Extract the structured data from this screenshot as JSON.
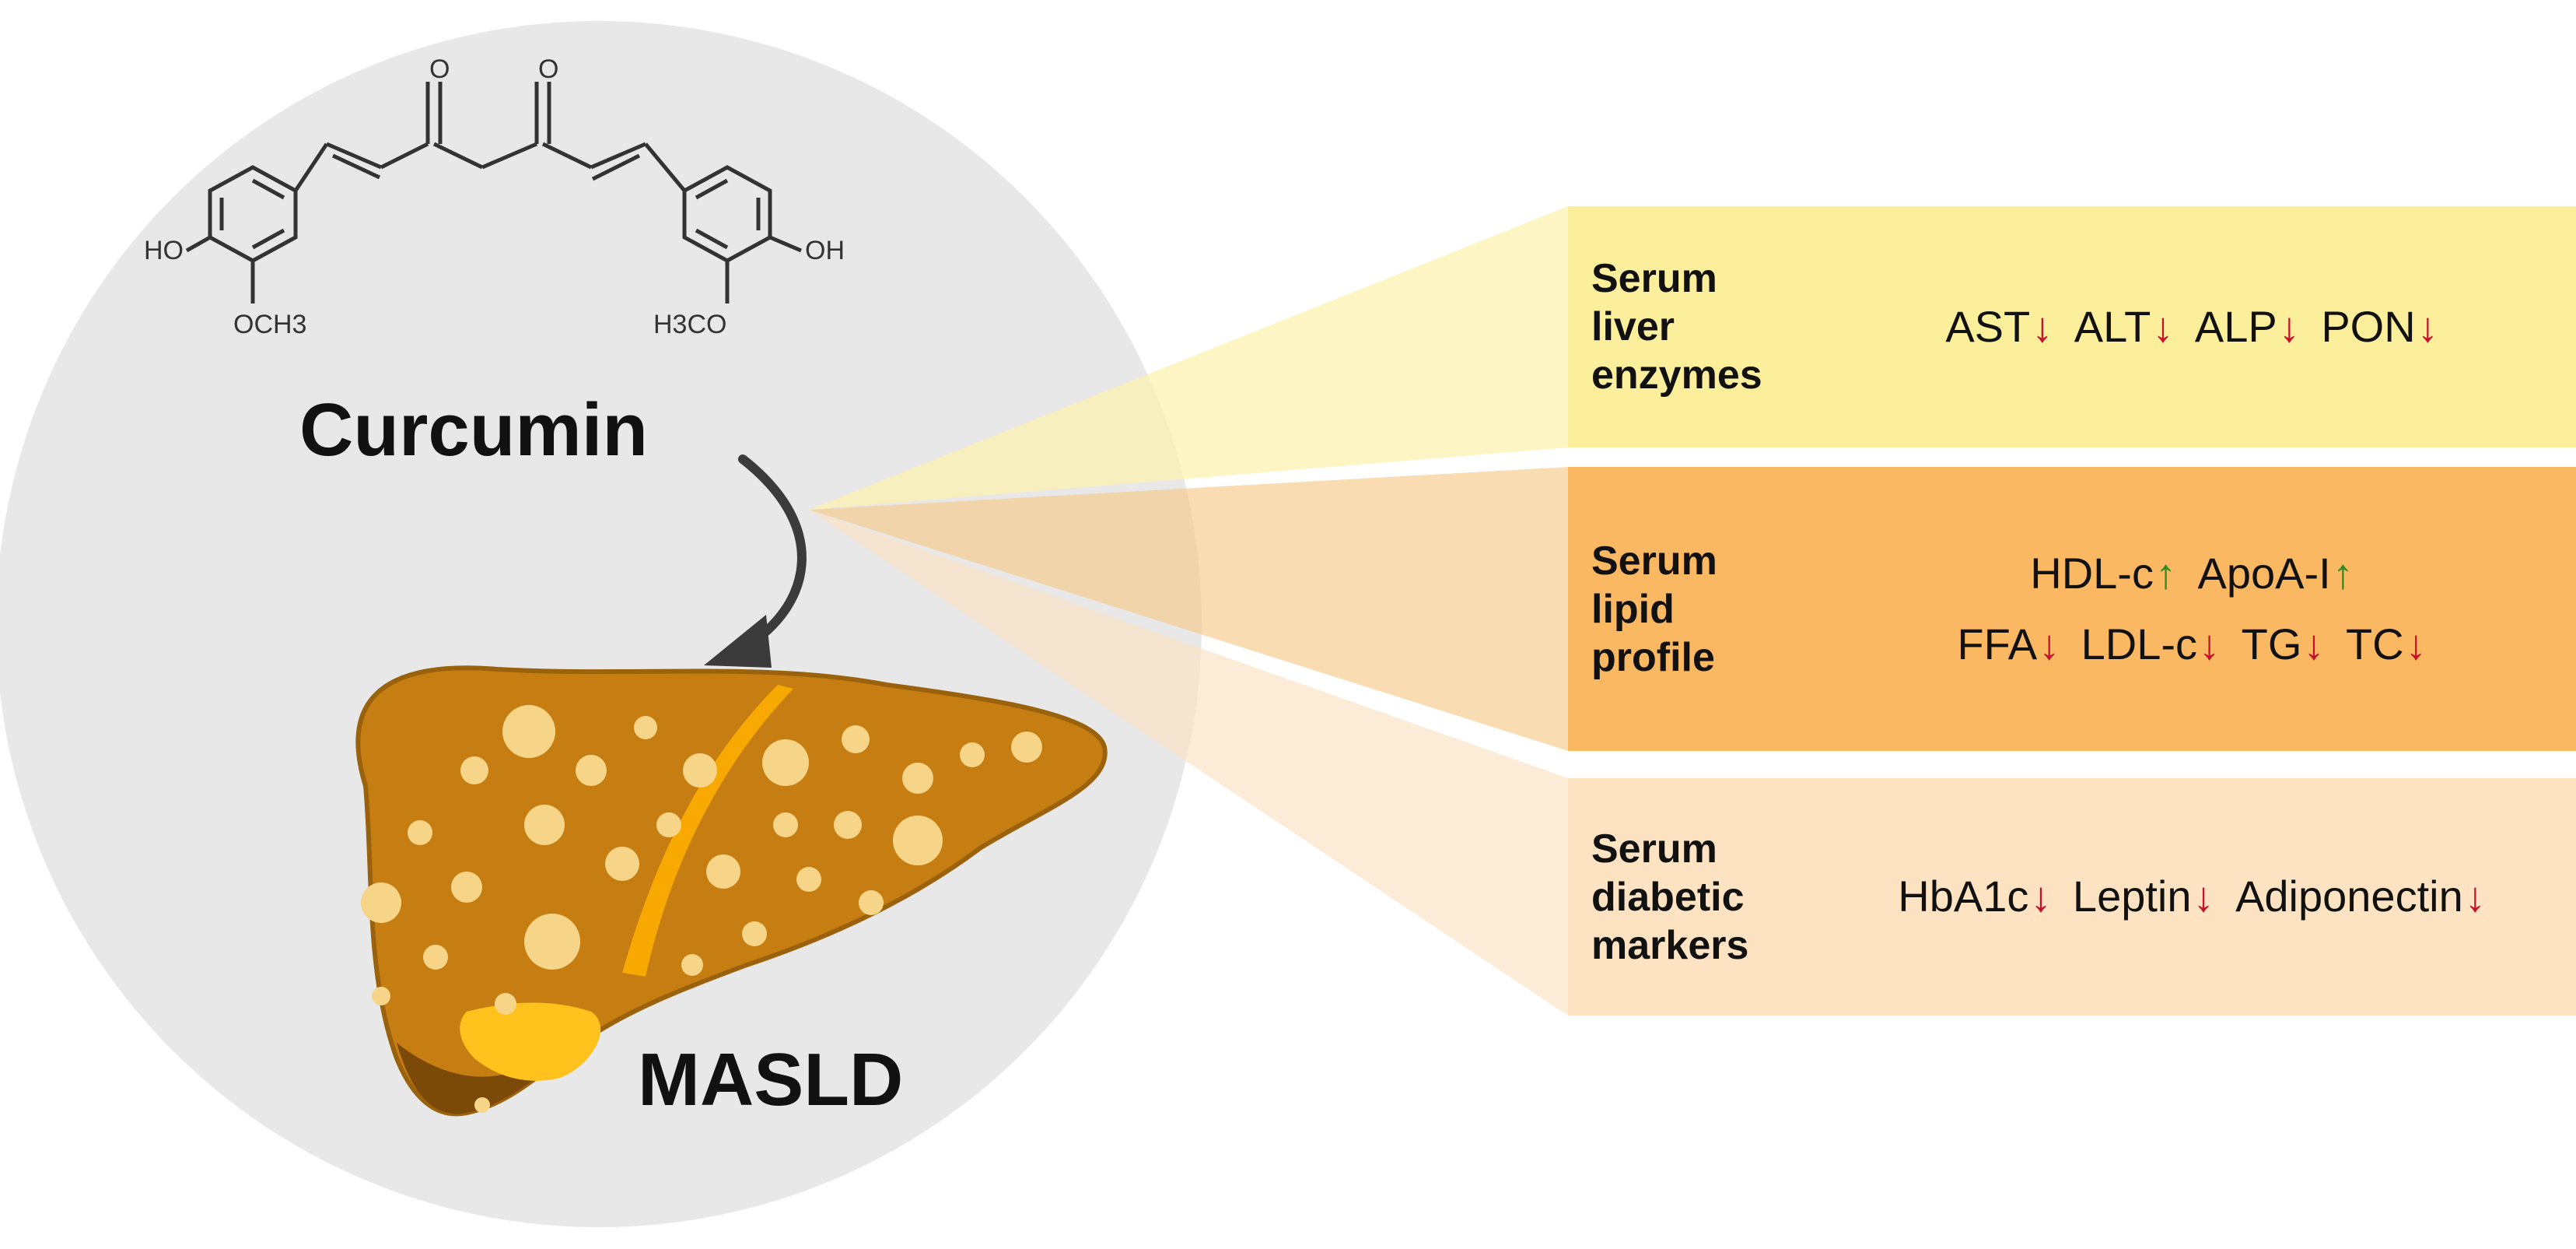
{
  "compound": {
    "name": "Curcumin",
    "groups": {
      "ho_left": "HO",
      "och3": "OCH3",
      "h3co": "H3CO",
      "oh_right": "OH",
      "o": "O"
    }
  },
  "disease": {
    "name": "MASLD"
  },
  "panels": [
    {
      "label_lines": [
        "Serum",
        "liver",
        "enzymes"
      ],
      "color": "#fcef9c",
      "rows": [
        [
          {
            "text": "AST",
            "arrow": "↓"
          },
          {
            "text": "ALT",
            "arrow": "↓"
          },
          {
            "text": "ALP",
            "arrow": "↓"
          },
          {
            "text": "PON",
            "arrow": "↓"
          }
        ]
      ]
    },
    {
      "label_lines": [
        "Serum",
        "lipid",
        "profile"
      ],
      "color": "#fbb862",
      "rows": [
        [
          {
            "text": "HDL-c",
            "arrow": "↑"
          },
          {
            "text": "ApoA-I",
            "arrow": "↑"
          }
        ],
        [
          {
            "text": "FFA",
            "arrow": "↓"
          },
          {
            "text": "LDL-c",
            "arrow": "↓"
          },
          {
            "text": "TG",
            "arrow": "↓"
          },
          {
            "text": "TC",
            "arrow": "↓"
          }
        ]
      ]
    },
    {
      "label_lines": [
        "Serum",
        "diabetic",
        "markers"
      ],
      "color": "#fde3c2",
      "rows": [
        [
          {
            "text": "HbA1c",
            "arrow": "↓"
          },
          {
            "text": "Leptin",
            "arrow": "↓"
          },
          {
            "text": "Adiponectin",
            "arrow": "↓"
          }
        ]
      ]
    }
  ],
  "colors": {
    "circle_bg": "#e8e8e8",
    "liver_fill": "#c67e12",
    "liver_dark": "#7b4a08",
    "fat_spot": "#f6d488",
    "gallbladder": "#ffc21c",
    "arrow_down": "#c8102e",
    "arrow_up": "#2e8b24"
  }
}
